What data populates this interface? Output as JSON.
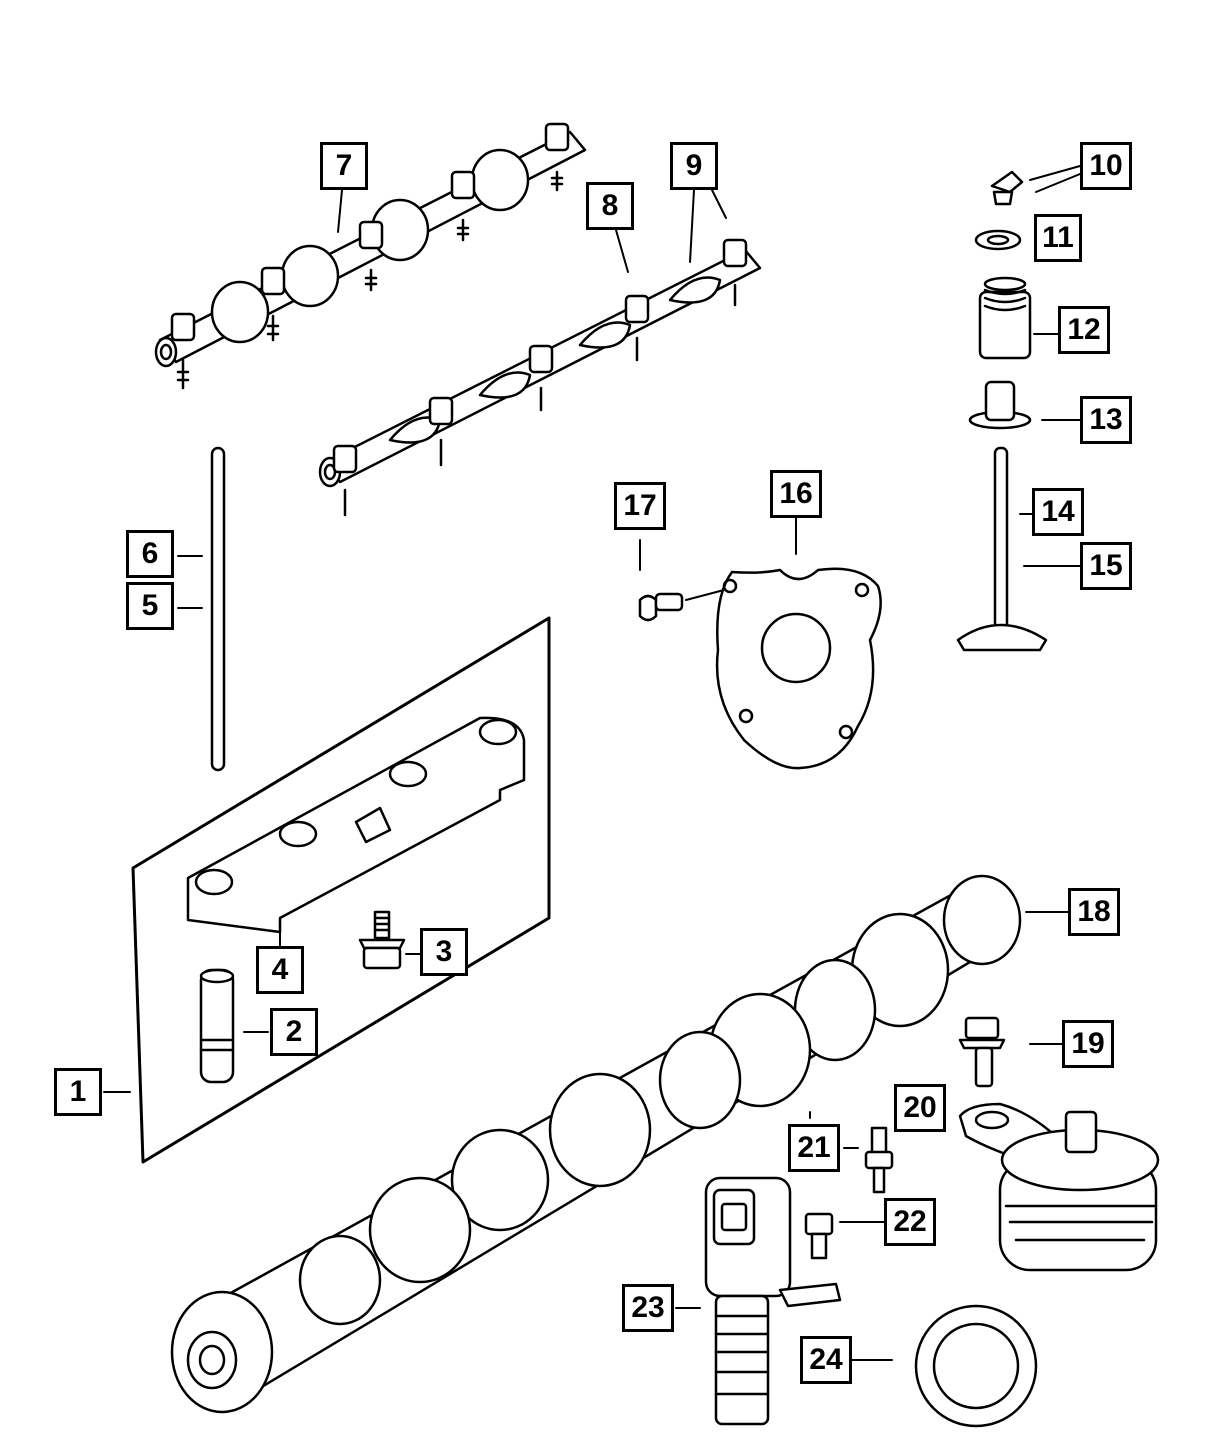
{
  "diagram": {
    "parts": [
      {
        "id": "1",
        "label": "1"
      },
      {
        "id": "2",
        "label": "2"
      },
      {
        "id": "3",
        "label": "3"
      },
      {
        "id": "4",
        "label": "4"
      },
      {
        "id": "5",
        "label": "5"
      },
      {
        "id": "6",
        "label": "6"
      },
      {
        "id": "7",
        "label": "7"
      },
      {
        "id": "8",
        "label": "8"
      },
      {
        "id": "9",
        "label": "9"
      },
      {
        "id": "10",
        "label": "10"
      },
      {
        "id": "11",
        "label": "11"
      },
      {
        "id": "12",
        "label": "12"
      },
      {
        "id": "13",
        "label": "13"
      },
      {
        "id": "14",
        "label": "14"
      },
      {
        "id": "15",
        "label": "15"
      },
      {
        "id": "16",
        "label": "16"
      },
      {
        "id": "17",
        "label": "17"
      },
      {
        "id": "18",
        "label": "18"
      },
      {
        "id": "19",
        "label": "19"
      },
      {
        "id": "20",
        "label": "20"
      },
      {
        "id": "21",
        "label": "21"
      },
      {
        "id": "22",
        "label": "22"
      },
      {
        "id": "23",
        "label": "23"
      },
      {
        "id": "24",
        "label": "24"
      }
    ]
  },
  "colors": {
    "ink": "#000000",
    "paper": "#ffffff",
    "shade": "#e6e6e6"
  }
}
